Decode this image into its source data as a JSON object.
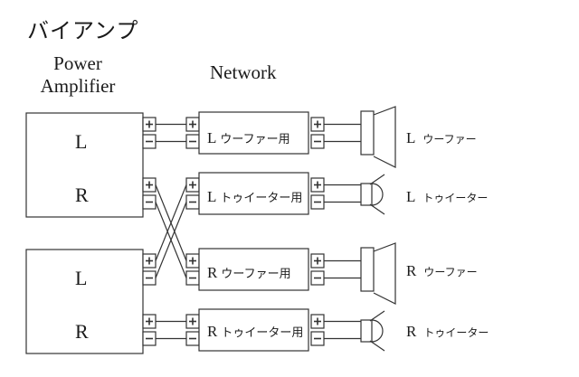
{
  "title": "バイアンプ",
  "headers": {
    "power_amplifier_line1": "Power",
    "power_amplifier_line2": "Amplifier",
    "network": "Network"
  },
  "amplifiers": [
    {
      "name": "amp-1",
      "channels": [
        "L",
        "R"
      ]
    },
    {
      "name": "amp-2",
      "channels": [
        "L",
        "R"
      ]
    }
  ],
  "terminals": {
    "plus": "+",
    "minus": "−"
  },
  "networks": [
    {
      "channel": "L",
      "label": "ウーファー用"
    },
    {
      "channel": "L",
      "label": "トゥイーター用"
    },
    {
      "channel": "R",
      "label": "ウーファー用"
    },
    {
      "channel": "R",
      "label": "トゥイーター用"
    }
  ],
  "speakers": [
    {
      "channel": "L",
      "label": "ウーファー",
      "type": "woofer"
    },
    {
      "channel": "L",
      "label": "トゥイーター",
      "type": "tweeter"
    },
    {
      "channel": "R",
      "label": "ウーファー",
      "type": "woofer"
    },
    {
      "channel": "R",
      "label": "トゥイーター",
      "type": "tweeter"
    }
  ],
  "wiring": [
    {
      "from": "amp-1 L",
      "to": "network L ウーファー用"
    },
    {
      "from": "amp-1 R",
      "to": "network R ウーファー用",
      "crossed": true
    },
    {
      "from": "amp-2 L",
      "to": "network L トゥイーター用",
      "crossed": true
    },
    {
      "from": "amp-2 R",
      "to": "network R トゥイーター用"
    }
  ]
}
